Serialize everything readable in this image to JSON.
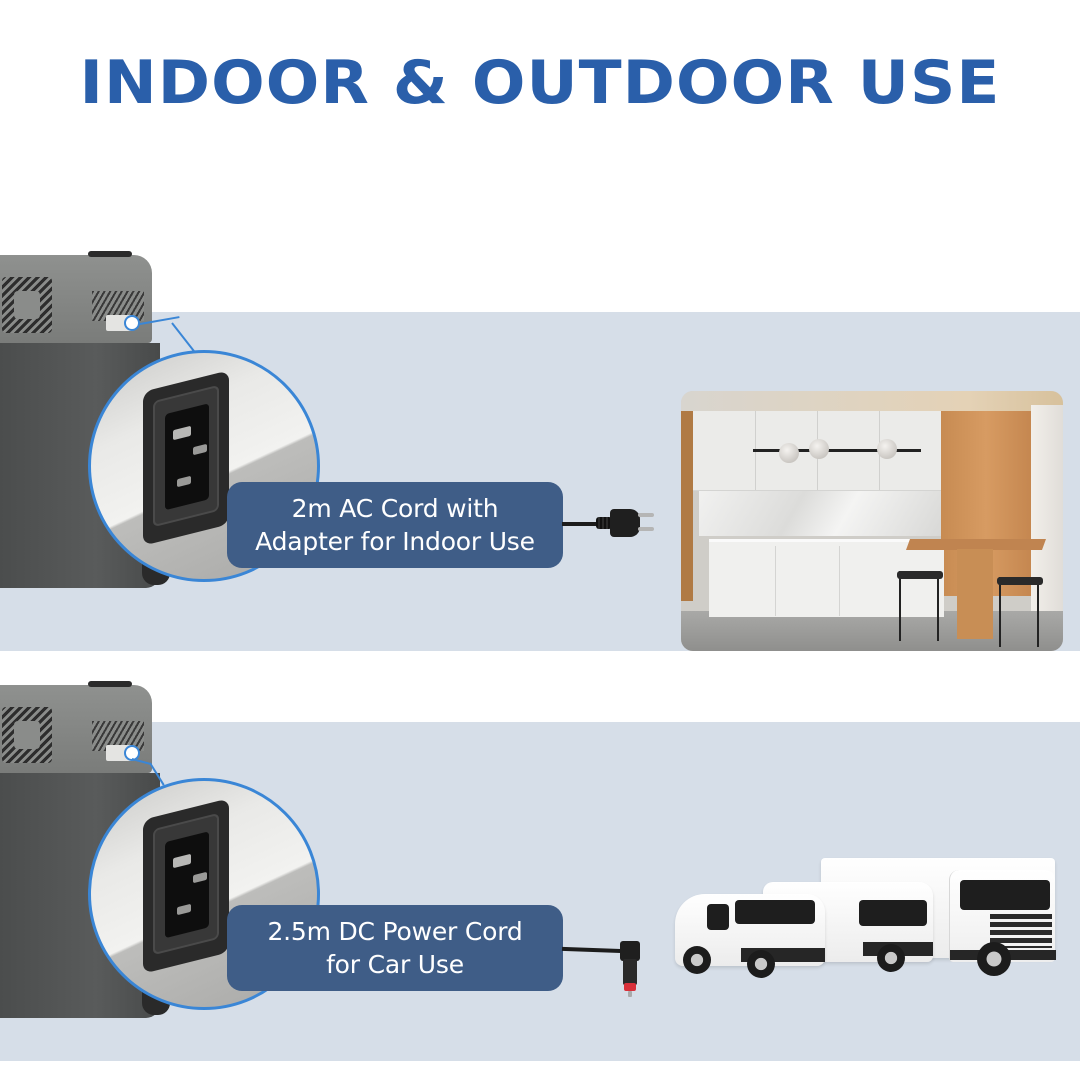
{
  "title": "INDOOR & OUTDOOR USE",
  "colors": {
    "title": "#2a5faa",
    "panel_background": "#d6dee8",
    "label_background": "#3f5d87",
    "label_text": "#ffffff",
    "callout_line": "#3a86d6"
  },
  "sections": [
    {
      "id": "indoor",
      "label_lines": [
        "2m AC Cord with",
        "Adapter for Indoor Use"
      ],
      "connector_icon": "ac-power-socket-icon",
      "plug_icon": "ac-plug-icon",
      "scene": "kitchen-photo"
    },
    {
      "id": "car",
      "label_lines": [
        "2.5m DC Power Cord",
        "for Car Use"
      ],
      "connector_icon": "dc-power-socket-icon",
      "plug_icon": "car-cigarette-plug-icon",
      "scene": "vehicles-photo"
    }
  ]
}
